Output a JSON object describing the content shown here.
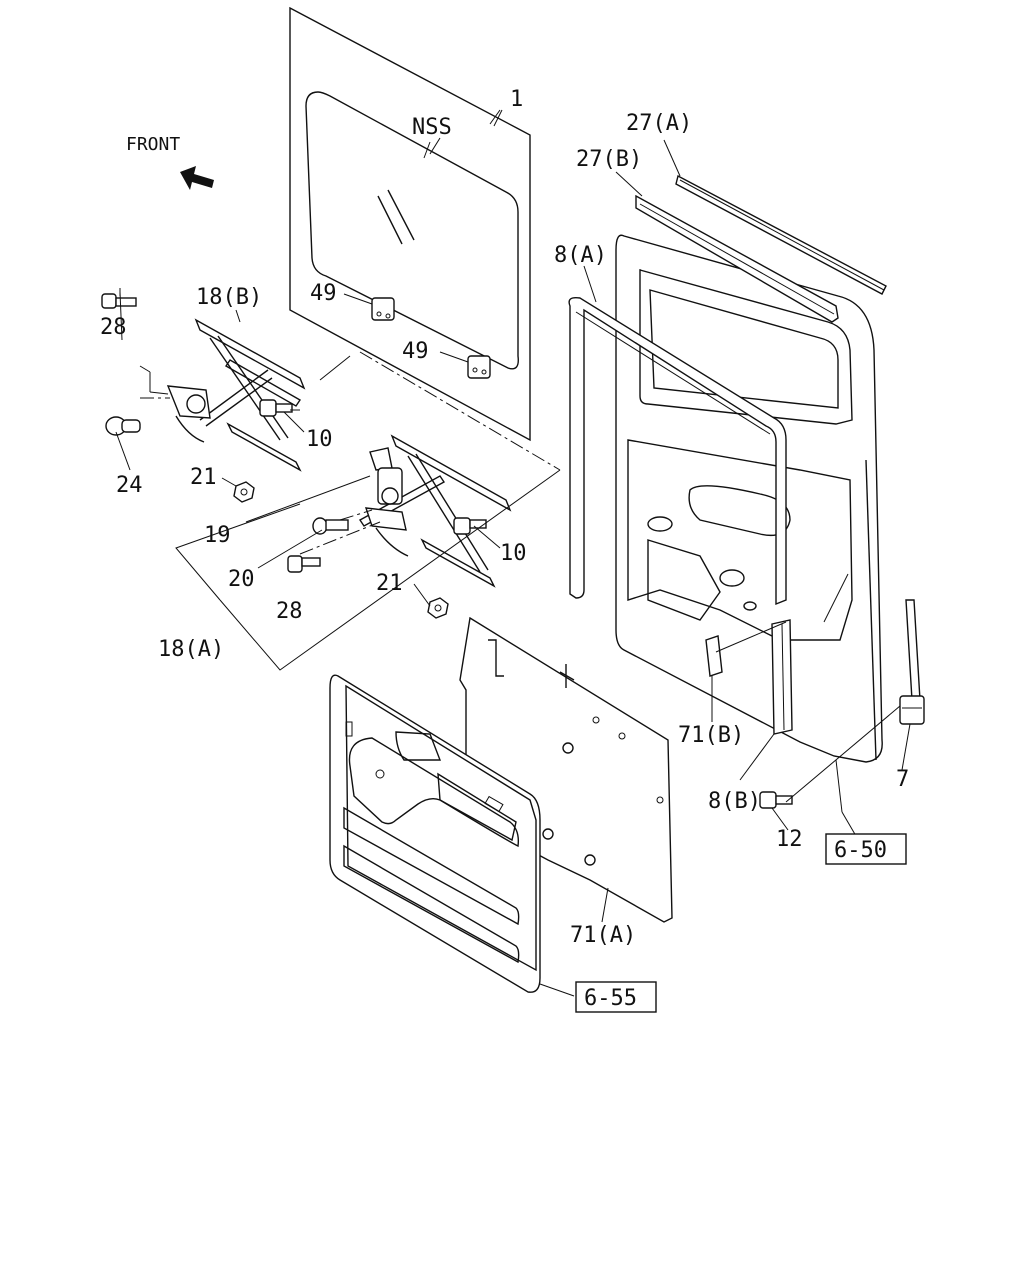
{
  "front_indicator": "FRONT",
  "glass_note": "NSS",
  "callouts": {
    "c1": "1",
    "c27a": "27(A)",
    "c27b": "27(B)",
    "c8a": "8(A)",
    "c8b": "8(B)",
    "c18b": "18(B)",
    "c18a": "18(A)",
    "c28a": "28",
    "c28b": "28",
    "c49a": "49",
    "c49b": "49",
    "c10a": "10",
    "c10b": "10",
    "c24": "24",
    "c21a": "21",
    "c21b": "21",
    "c19": "19",
    "c20": "20",
    "c71b": "71(B)",
    "c71a": "71(A)",
    "c7": "7",
    "c12": "12"
  },
  "references": {
    "r650": "6-50",
    "r655": "6-55"
  }
}
